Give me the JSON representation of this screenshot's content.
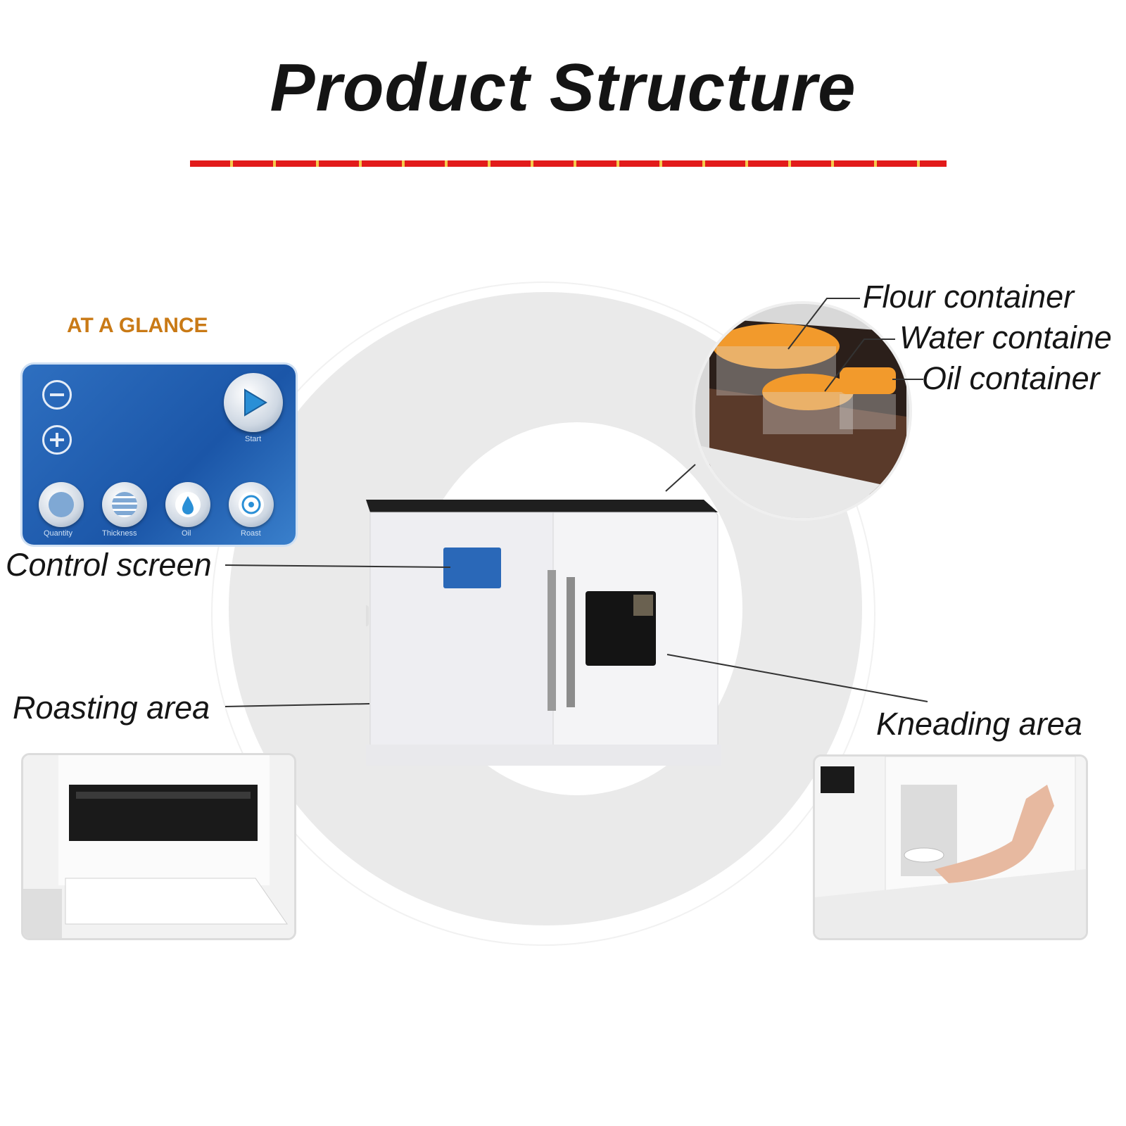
{
  "header": {
    "title": "Product Structure"
  },
  "control_panel": {
    "heading": "AT A GLANCE",
    "start_label": "Start",
    "buttons": [
      {
        "label": "Quantity",
        "icon": "quantity-icon"
      },
      {
        "label": "Thickness",
        "icon": "thickness-icon"
      },
      {
        "label": "Oil",
        "icon": "oil-drop-icon"
      },
      {
        "label": "Roast",
        "icon": "roast-icon"
      }
    ],
    "colors": {
      "panel": "#1b56a8",
      "heading": "#c97a16"
    }
  },
  "callouts": {
    "flour_container": "Flour container",
    "water_container": "Water containe",
    "oil_container": "Oil container",
    "control_screen": "Control screen",
    "roasting_area": "Roasting area",
    "kneading_area": "Kneading area"
  },
  "colors": {
    "title_rule": "#e21b1b",
    "title_rule_gap": "#f4c84a",
    "lid": "#f29a2c",
    "background_ring": "#eaeaea"
  }
}
